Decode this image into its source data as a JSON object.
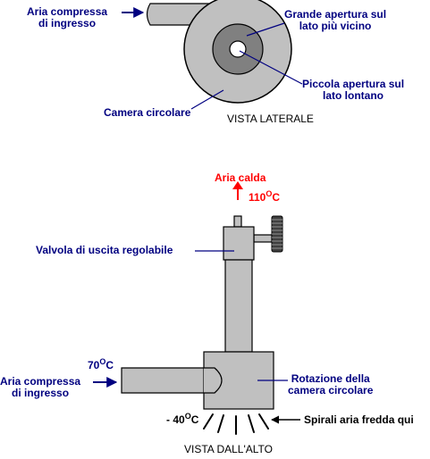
{
  "side_view": {
    "caption": "VISTA LATERALE",
    "inlet_label": [
      "Aria compressa",
      "di ingresso"
    ],
    "large_opening_label": [
      "Grande apertura sul",
      "lato più vicino"
    ],
    "small_opening_label": [
      "Piccola apertura sul",
      "lato lontano"
    ],
    "chamber_label": "Camera circolare"
  },
  "top_view": {
    "caption": "VISTA DALL'ALTO",
    "hot_air_label": "Aria calda",
    "hot_temp": {
      "value": "110",
      "degree": "O",
      "unit": "C"
    },
    "valve_label": "Valvola di uscita regolabile",
    "inlet_temp": {
      "value": "70",
      "degree": "O",
      "unit": "C"
    },
    "inlet_label": [
      "Aria compressa",
      "di ingresso"
    ],
    "rotation_label": [
      "Rotazione della",
      "camera circolare"
    ],
    "cold_temp": {
      "value": "- 40",
      "degree": "O",
      "unit": "C"
    },
    "cold_spiral_label": "Spirali aria fredda qui"
  },
  "colors": {
    "label_blue": "#000080",
    "hot_red": "#ff0000",
    "metal_light": "#c0c0c0",
    "metal_dark": "#808080",
    "knob": "#404040"
  }
}
